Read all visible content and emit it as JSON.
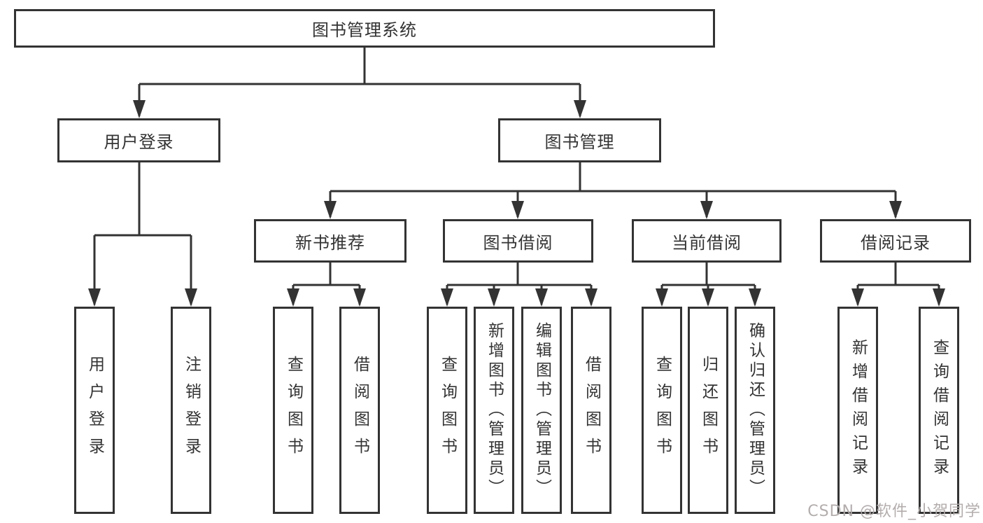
{
  "diagram": {
    "root": {
      "label": "图书管理系统"
    },
    "level2": [
      {
        "label": "用户登录",
        "children": [
          {
            "label": "用户登录"
          },
          {
            "label": "注销登录"
          }
        ]
      },
      {
        "label": "图书管理",
        "children": [
          {
            "label": "新书推荐",
            "children": [
              {
                "label": "查询图书"
              },
              {
                "label": "借阅图书"
              }
            ]
          },
          {
            "label": "图书借阅",
            "children": [
              {
                "label": "查询图书"
              },
              {
                "label": "新增图书（管理员）"
              },
              {
                "label": "编辑图书（管理员）"
              },
              {
                "label": "借阅图书"
              }
            ]
          },
          {
            "label": "当前借阅",
            "children": [
              {
                "label": "查询图书"
              },
              {
                "label": "归还图书"
              },
              {
                "label": "确认归还（管理员）"
              }
            ]
          },
          {
            "label": "借阅记录",
            "children": [
              {
                "label": "新增借阅记录"
              },
              {
                "label": "查询借阅记录"
              }
            ]
          }
        ]
      }
    ]
  },
  "watermark": {
    "text": "CSDN @软件_小贺同学",
    "color": "#b0a9a9"
  },
  "colors": {
    "line": "#333333",
    "box_border": "#333333",
    "text": "#333333",
    "background": "#ffffff"
  }
}
